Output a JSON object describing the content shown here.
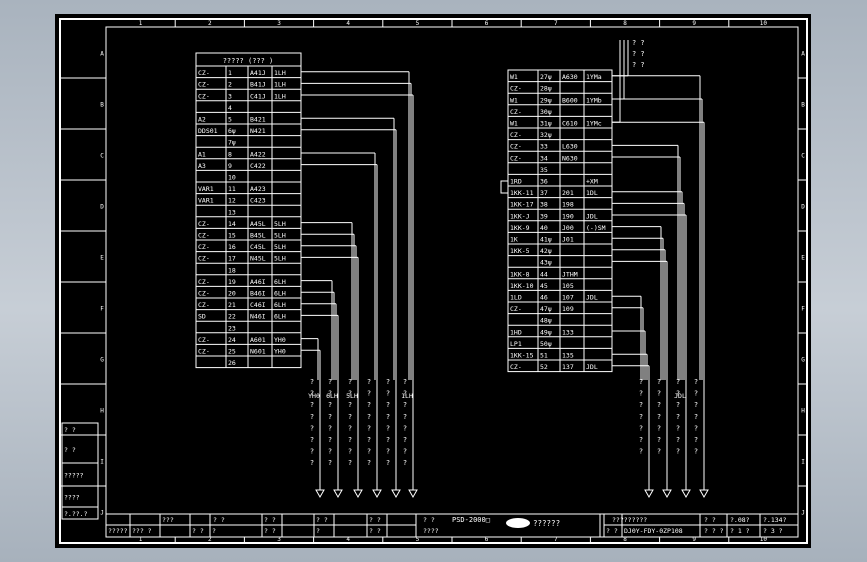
{
  "border": {
    "cols": [
      "1",
      "2",
      "3",
      "4",
      "5",
      "6",
      "7",
      "8",
      "9",
      "10"
    ],
    "rows": [
      "A",
      "B",
      "C",
      "D",
      "E",
      "F",
      "G",
      "H",
      "I",
      "J"
    ]
  },
  "left_table": {
    "title": "????? (??? )",
    "rows": [
      [
        "CZ-",
        "1",
        "A41J",
        "1LH"
      ],
      [
        "CZ-",
        "2",
        "B41J",
        "1LH"
      ],
      [
        "CZ-",
        "3",
        "C41J",
        "1LH"
      ],
      [
        "",
        "4",
        "",
        ""
      ],
      [
        "A2",
        "5",
        "B421",
        ""
      ],
      [
        "DDS01",
        "6ψ",
        "N421",
        ""
      ],
      [
        "",
        "7ψ",
        "",
        ""
      ],
      [
        "A1",
        "8",
        "A422",
        ""
      ],
      [
        "A3",
        "9",
        "C422",
        ""
      ],
      [
        "",
        "10",
        "",
        ""
      ],
      [
        "VAR1",
        "11",
        "A423",
        ""
      ],
      [
        "VAR1",
        "12",
        "C423",
        ""
      ],
      [
        "",
        "13",
        "",
        ""
      ],
      [
        "CZ-",
        "14",
        "A45L",
        "5LH"
      ],
      [
        "CZ-",
        "15",
        "B45L",
        "5LH"
      ],
      [
        "CZ-",
        "16",
        "C45L",
        "5LH"
      ],
      [
        "CZ-",
        "17",
        "N45L",
        "5LH"
      ],
      [
        "",
        "18",
        "",
        ""
      ],
      [
        "CZ-",
        "19",
        "A46I",
        "6LH"
      ],
      [
        "CZ-",
        "20",
        "B46I",
        "6LH"
      ],
      [
        "CZ-",
        "21",
        "C46I",
        "6LH"
      ],
      [
        "SD",
        "22",
        "N46I",
        "6LH"
      ],
      [
        "",
        "23",
        "",
        ""
      ],
      [
        "CZ-",
        "24",
        "A601",
        "YH0"
      ],
      [
        "CZ-",
        "25",
        "N601",
        "YH0"
      ],
      [
        "",
        "26",
        "",
        ""
      ]
    ]
  },
  "right_table": {
    "rows": [
      [
        "W1",
        "27ψ",
        "A630",
        "1YMa"
      ],
      [
        "CZ-",
        "28ψ",
        "",
        ""
      ],
      [
        "W1",
        "29ψ",
        "B600",
        "1YMb"
      ],
      [
        "CZ-",
        "30ψ",
        "",
        ""
      ],
      [
        "W1",
        "31ψ",
        "C610",
        "1YMc"
      ],
      [
        "CZ-",
        "32ψ",
        "",
        ""
      ],
      [
        "CZ-",
        "33",
        "L630",
        ""
      ],
      [
        "CZ-",
        "34",
        "N630",
        ""
      ],
      [
        "",
        "35",
        "",
        ""
      ],
      [
        "1RD",
        "36",
        "",
        "+XM"
      ],
      [
        "1KK-11",
        "37",
        "201",
        "1DL"
      ],
      [
        "1KK-17",
        "38",
        "198",
        ""
      ],
      [
        "1KK-J",
        "39",
        "190",
        "JDL"
      ],
      [
        "1KK-9",
        "40",
        "J00",
        "(-)SM"
      ],
      [
        "1K",
        "41ψ",
        "J01",
        ""
      ],
      [
        "1KK-5",
        "42ψ",
        "",
        ""
      ],
      [
        "",
        "43ψ",
        "",
        ""
      ],
      [
        "1KK-8",
        "44",
        "JTHM",
        ""
      ],
      [
        "1KK-10",
        "45",
        "105",
        ""
      ],
      [
        "1LD",
        "46",
        "107",
        "JDL"
      ],
      [
        "CZ-",
        "47ψ",
        "109",
        ""
      ],
      [
        "",
        "48ψ",
        "",
        ""
      ],
      [
        "1HD",
        "49ψ",
        "133",
        ""
      ],
      [
        "LP1",
        "50ψ",
        "",
        ""
      ],
      [
        "1KK-15",
        "51",
        "135",
        ""
      ],
      [
        "CZ-",
        "52",
        "137",
        "JDL"
      ]
    ],
    "top_labels": [
      "? ?",
      "? ?",
      "? ?"
    ]
  },
  "left_cable_labels": [
    "YH0",
    "6LH",
    "5LH",
    "",
    "",
    "1LH"
  ],
  "right_cable_labels": [
    "",
    "",
    "JDL",
    ""
  ],
  "left_q_label": "?",
  "right_q_label": "?",
  "side_labels": [
    "? ?",
    "? ?",
    "?????",
    "????",
    "?.??.?"
  ],
  "title_block": {
    "project": "PSD-2000□",
    "logo_text": "??????",
    "drawing_no": "DJ0Y-FDY-0ZP108",
    "top_name": "?????????",
    "sheet_top": "?.08?",
    "sheet_top2": "?.134?",
    "sheet_bot": "? 1 ?",
    "sheet_bot2": "? 3 ?",
    "small_cells": [
      "? ?",
      "? ?",
      "? ?",
      "? ?",
      "?   ?",
      "????",
      "? ?",
      "?",
      "? ?",
      "??? ?",
      "?????"
    ],
    "revision_text": "? ?|???|? ? ?|? ?|?"
  }
}
